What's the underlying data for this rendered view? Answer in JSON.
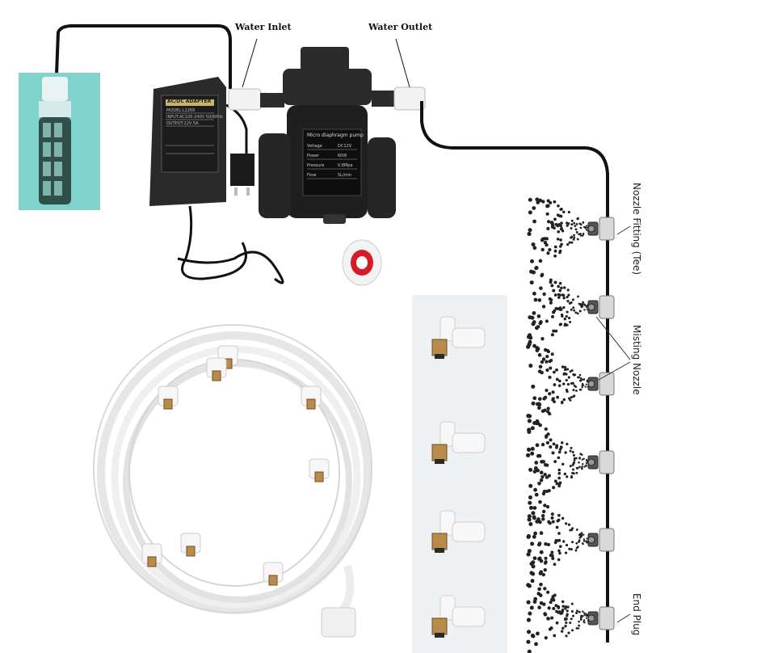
{
  "labels": {
    "water_inlet": "Water Inlet",
    "water_outlet": "Water Outlet",
    "nozzle_fitting": "Nozzle Fitting (Tee)",
    "misting_nozzle": "Misting Nozzle",
    "end_plug": "End Plug"
  },
  "adapter_text": {
    "title": "AC/DC ADAPTER",
    "line1": "MODEL:L1269",
    "line2": "INPUT:AC100-240V 50/60Hz",
    "line3": "OUTPUT:12V 5A"
  },
  "pump_text": {
    "brand": "Micro diaphragm pump",
    "voltage_label": "Voltage",
    "voltage_value": "DC12V",
    "power_label": "Power",
    "power_value": "60W",
    "pressure_label": "Pressure",
    "pressure_value": "0.8Mpa",
    "flow_label": "Flow",
    "flow_value": "5L/min"
  },
  "colors": {
    "background": "#ffffff",
    "filter_bg": "#7fd3cc",
    "tube": "#f2f2f2",
    "device_body": "#2b2b2b",
    "brass": "#b98a4a"
  }
}
